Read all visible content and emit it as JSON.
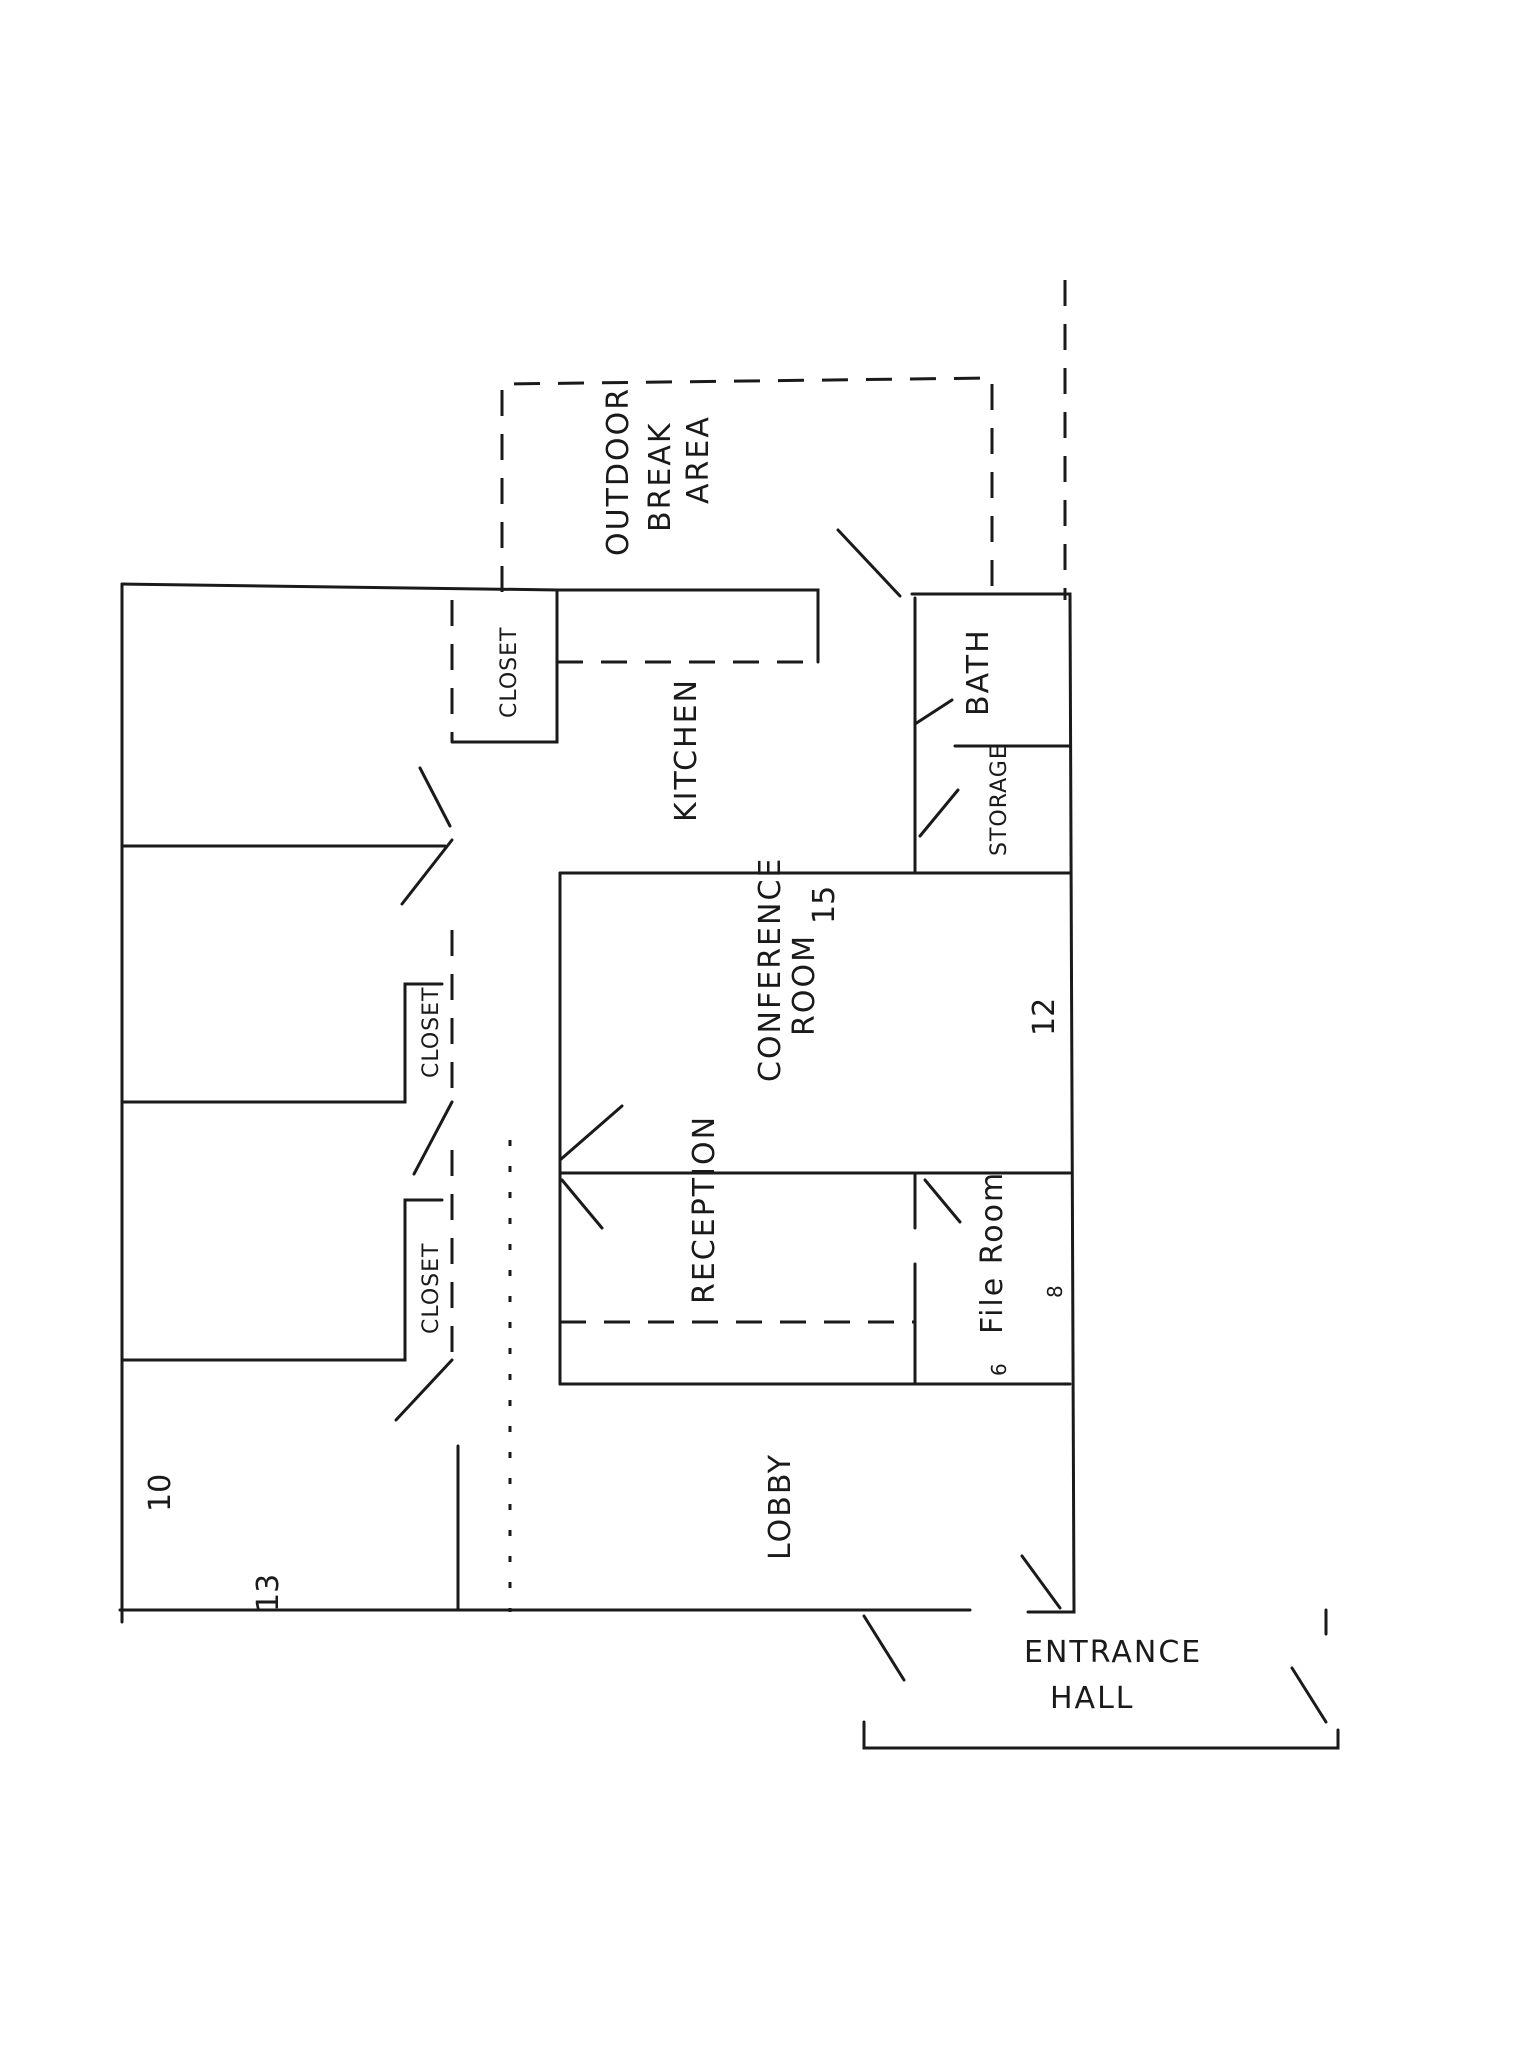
{
  "rooms": {
    "outdoor_break_area": [
      "OUTDOOR",
      "BREAK",
      "AREA"
    ],
    "kitchen": "KITCHEN",
    "closet_kitchen": "CLOSET",
    "closet_upper": "CLOSET",
    "closet_lower": "CLOSET",
    "bath": "BATH",
    "storage": "STORAGE",
    "conference_room": [
      "CONFERENCE",
      "ROOM"
    ],
    "reception": "RECEPTION",
    "file_room": "File Room",
    "lobby": "LOBBY",
    "entrance_hall": [
      "ENTRANCE",
      "HALL"
    ]
  },
  "dimensions": {
    "conference_15": "15",
    "conference_12": "12",
    "file_6": "6",
    "file_8": "8",
    "office_10": "10",
    "office_13": "13"
  }
}
